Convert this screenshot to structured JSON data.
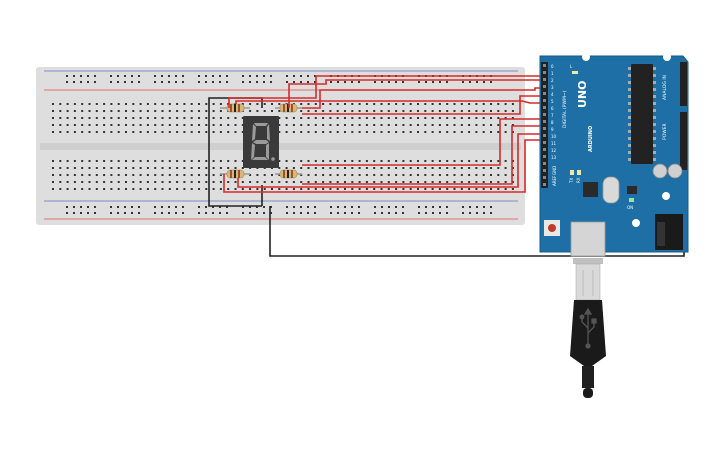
{
  "canvas": {
    "background": "#ffffff"
  },
  "breadboard": {
    "colors": {
      "body": "#dedede",
      "hole": "#333333",
      "rail_red": "#e07070",
      "rail_blue": "#7a8fc8"
    }
  },
  "seven_segment": {
    "digit": "8.",
    "colors": {
      "body": "#3a3a3a",
      "segment": "#9a9a9a"
    }
  },
  "arduino": {
    "model_label": "UNO",
    "brand_label": "ARDUINO",
    "digital_label": "DIGITAL (PWM~)",
    "analog_label": "ANALOG IN",
    "power_label": "POWER",
    "tx_label": "TX",
    "rx_label": "RX",
    "l_label": "L",
    "on_label": "ON",
    "aref_label": "AREF",
    "gnd_label": "GND",
    "pin_labels": [
      "0",
      "1",
      "2",
      "3",
      "4",
      "5",
      "6",
      "7",
      "8",
      "9",
      "10",
      "11",
      "12",
      "13"
    ],
    "colors": {
      "board": "#1d6fa5",
      "board_edge": "#155b8a"
    }
  },
  "wires": {
    "colors": {
      "signal": "#d52b2b",
      "ground": "#222222"
    }
  },
  "usb_cable": {
    "colors": {
      "plug": "#d9d9d9",
      "body": "#1a1a1a"
    }
  }
}
